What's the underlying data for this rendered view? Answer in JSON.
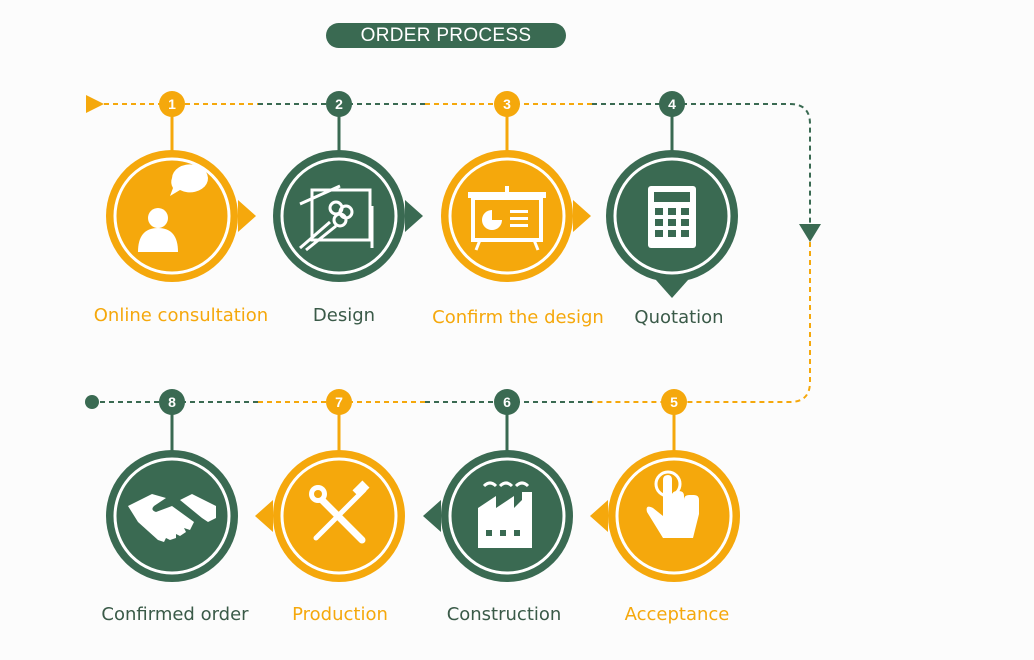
{
  "title": "ORDER PROCESS",
  "colors": {
    "orange": "#f5a80c",
    "green": "#3a6a52"
  },
  "steps": [
    {
      "number": "1",
      "label": "Online consultation",
      "color": "orange",
      "icon": "chat-user-icon"
    },
    {
      "number": "2",
      "label": "Design",
      "color": "green",
      "icon": "drawing-tools-icon"
    },
    {
      "number": "3",
      "label": "Confirm the design",
      "color": "orange",
      "icon": "presentation-board-icon"
    },
    {
      "number": "4",
      "label": "Quotation",
      "color": "green",
      "icon": "calculator-icon"
    },
    {
      "number": "5",
      "label": "Acceptance",
      "color": "orange",
      "icon": "tap-hand-icon"
    },
    {
      "number": "6",
      "label": "Construction",
      "color": "green",
      "icon": "factory-icon"
    },
    {
      "number": "7",
      "label": "Production",
      "color": "orange",
      "icon": "wrench-screwdriver-icon"
    },
    {
      "number": "8",
      "label": "Confirmed order",
      "color": "green",
      "icon": "handshake-icon"
    }
  ]
}
